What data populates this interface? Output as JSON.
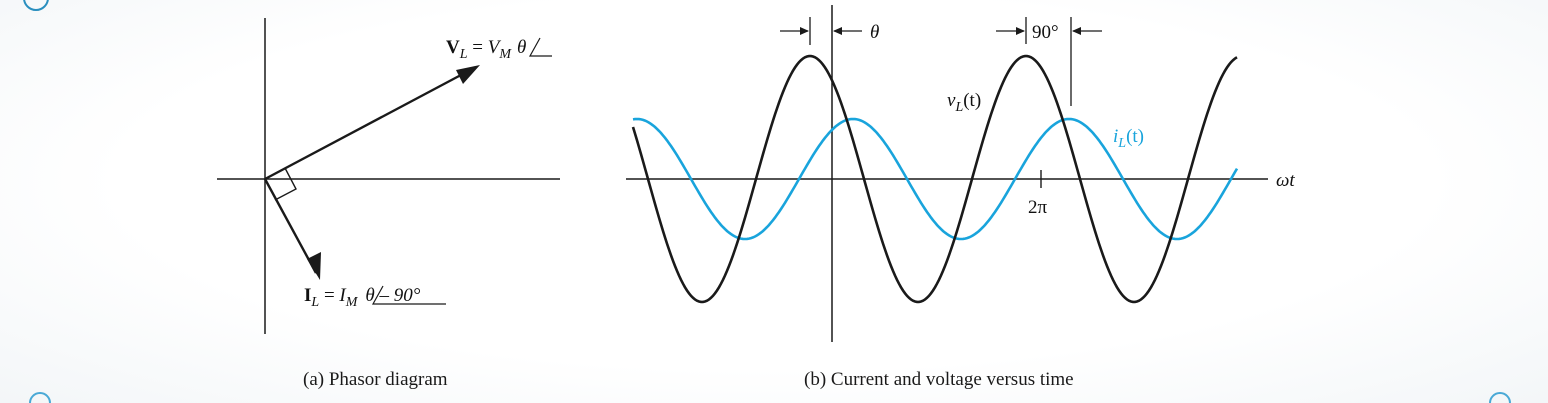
{
  "colors": {
    "ink": "#1a1a1a",
    "current": "#19a4dc",
    "corner_deco": "#2a8fbf"
  },
  "phasor_diagram": {
    "caption": "(a) Phasor diagram",
    "voltage_label": {
      "bold": "V",
      "sub": "L",
      "eq": " = ",
      "mag": "V",
      "mag_sub": "M",
      "angle": "θ"
    },
    "current_label": {
      "bold": "I",
      "sub": "L",
      "eq": " = ",
      "mag": "I",
      "mag_sub": "M",
      "angle": "θ – 90°"
    }
  },
  "time_plot": {
    "caption": "(b) Current and voltage versus time",
    "x_axis_label": "ωt",
    "tick_label": "2π",
    "voltage_curve_label": {
      "var": "v",
      "sub": "L",
      "arg": "(t)"
    },
    "current_curve_label": {
      "var": "i",
      "sub": "L",
      "arg": "(t)"
    },
    "theta_marker_label": "θ",
    "phase_shift_label": "90°"
  }
}
